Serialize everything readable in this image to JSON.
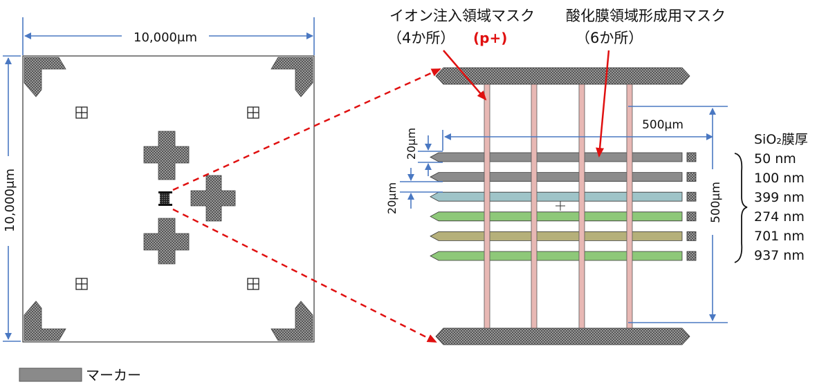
{
  "chip": {
    "width_label": "10,000μm",
    "height_label": "10,000μm"
  },
  "zoom": {
    "ion_mask_label": "イオン注入領域マスク",
    "ion_mask_count": "（4か所）",
    "ion_mask_type": "(p+)",
    "oxide_mask_label": "酸化膜領域形成用マスク",
    "oxide_mask_count": "（6か所）",
    "width_label": "500μm",
    "height_label": "500μm",
    "gap_label_1": "20μm",
    "gap_label_2": "20μm"
  },
  "thickness": {
    "header": "SiO₂膜厚",
    "values": [
      "50 nm",
      "100 nm",
      "399 nm",
      "274 nm",
      "701 nm",
      "937 nm"
    ]
  },
  "legend": {
    "marker_label": "マーカー"
  },
  "colors": {
    "dimension": "#4a78c2",
    "callout": "#e01010",
    "marker_fill": "#8a8a8a",
    "ion_strip": "#e8b8b4",
    "bar_colors": [
      "#8c8c8c",
      "#8c8c8c",
      "#9fc4c8",
      "#8ec879",
      "#b5b07a",
      "#8ec879"
    ]
  }
}
